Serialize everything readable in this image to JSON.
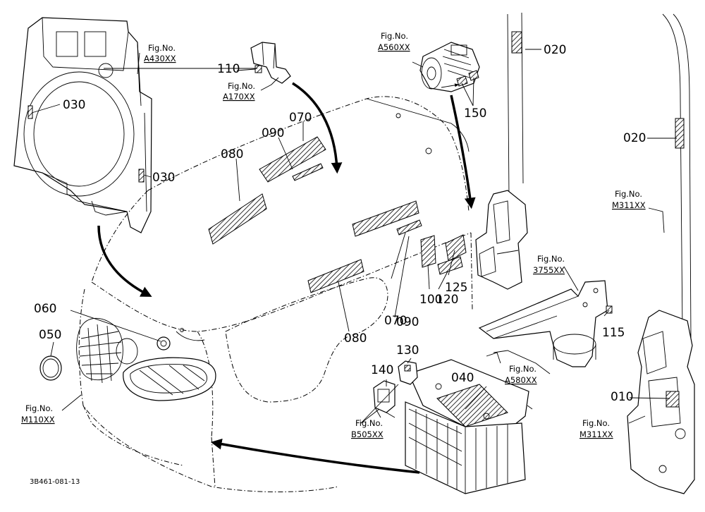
{
  "drawing_code": "3B461-081-13",
  "fig_refs": {
    "a430": {
      "label": "Fig.No.",
      "code": "A430XX"
    },
    "a170": {
      "label": "Fig.No.",
      "code": "A170XX"
    },
    "a560": {
      "label": "Fig.No.",
      "code": "A560XX"
    },
    "m311_top": {
      "label": "Fig.No.",
      "code": "M311XX"
    },
    "s3755": {
      "label": "Fig.No.",
      "code": "3755XX"
    },
    "a580": {
      "label": "Fig.No.",
      "code": "A580XX"
    },
    "b505": {
      "label": "Fig.No.",
      "code": "B505XX"
    },
    "m110": {
      "label": "Fig.No.",
      "code": "M110XX"
    },
    "m311_bottom": {
      "label": "Fig.No.",
      "code": "M311XX"
    }
  },
  "callouts": {
    "c010": "010",
    "c020a": "020",
    "c020b": "020",
    "c030a": "030",
    "c030b": "030",
    "c040": "040",
    "c050": "050",
    "c060": "060",
    "c070a": "070",
    "c070b": "070",
    "c080a": "080",
    "c080b": "080",
    "c090a": "090",
    "c090b": "090",
    "c100": "100",
    "c110": "110",
    "c115": "115",
    "c120": "120",
    "c125": "125",
    "c130": "130",
    "c140": "140",
    "c150": "150"
  }
}
